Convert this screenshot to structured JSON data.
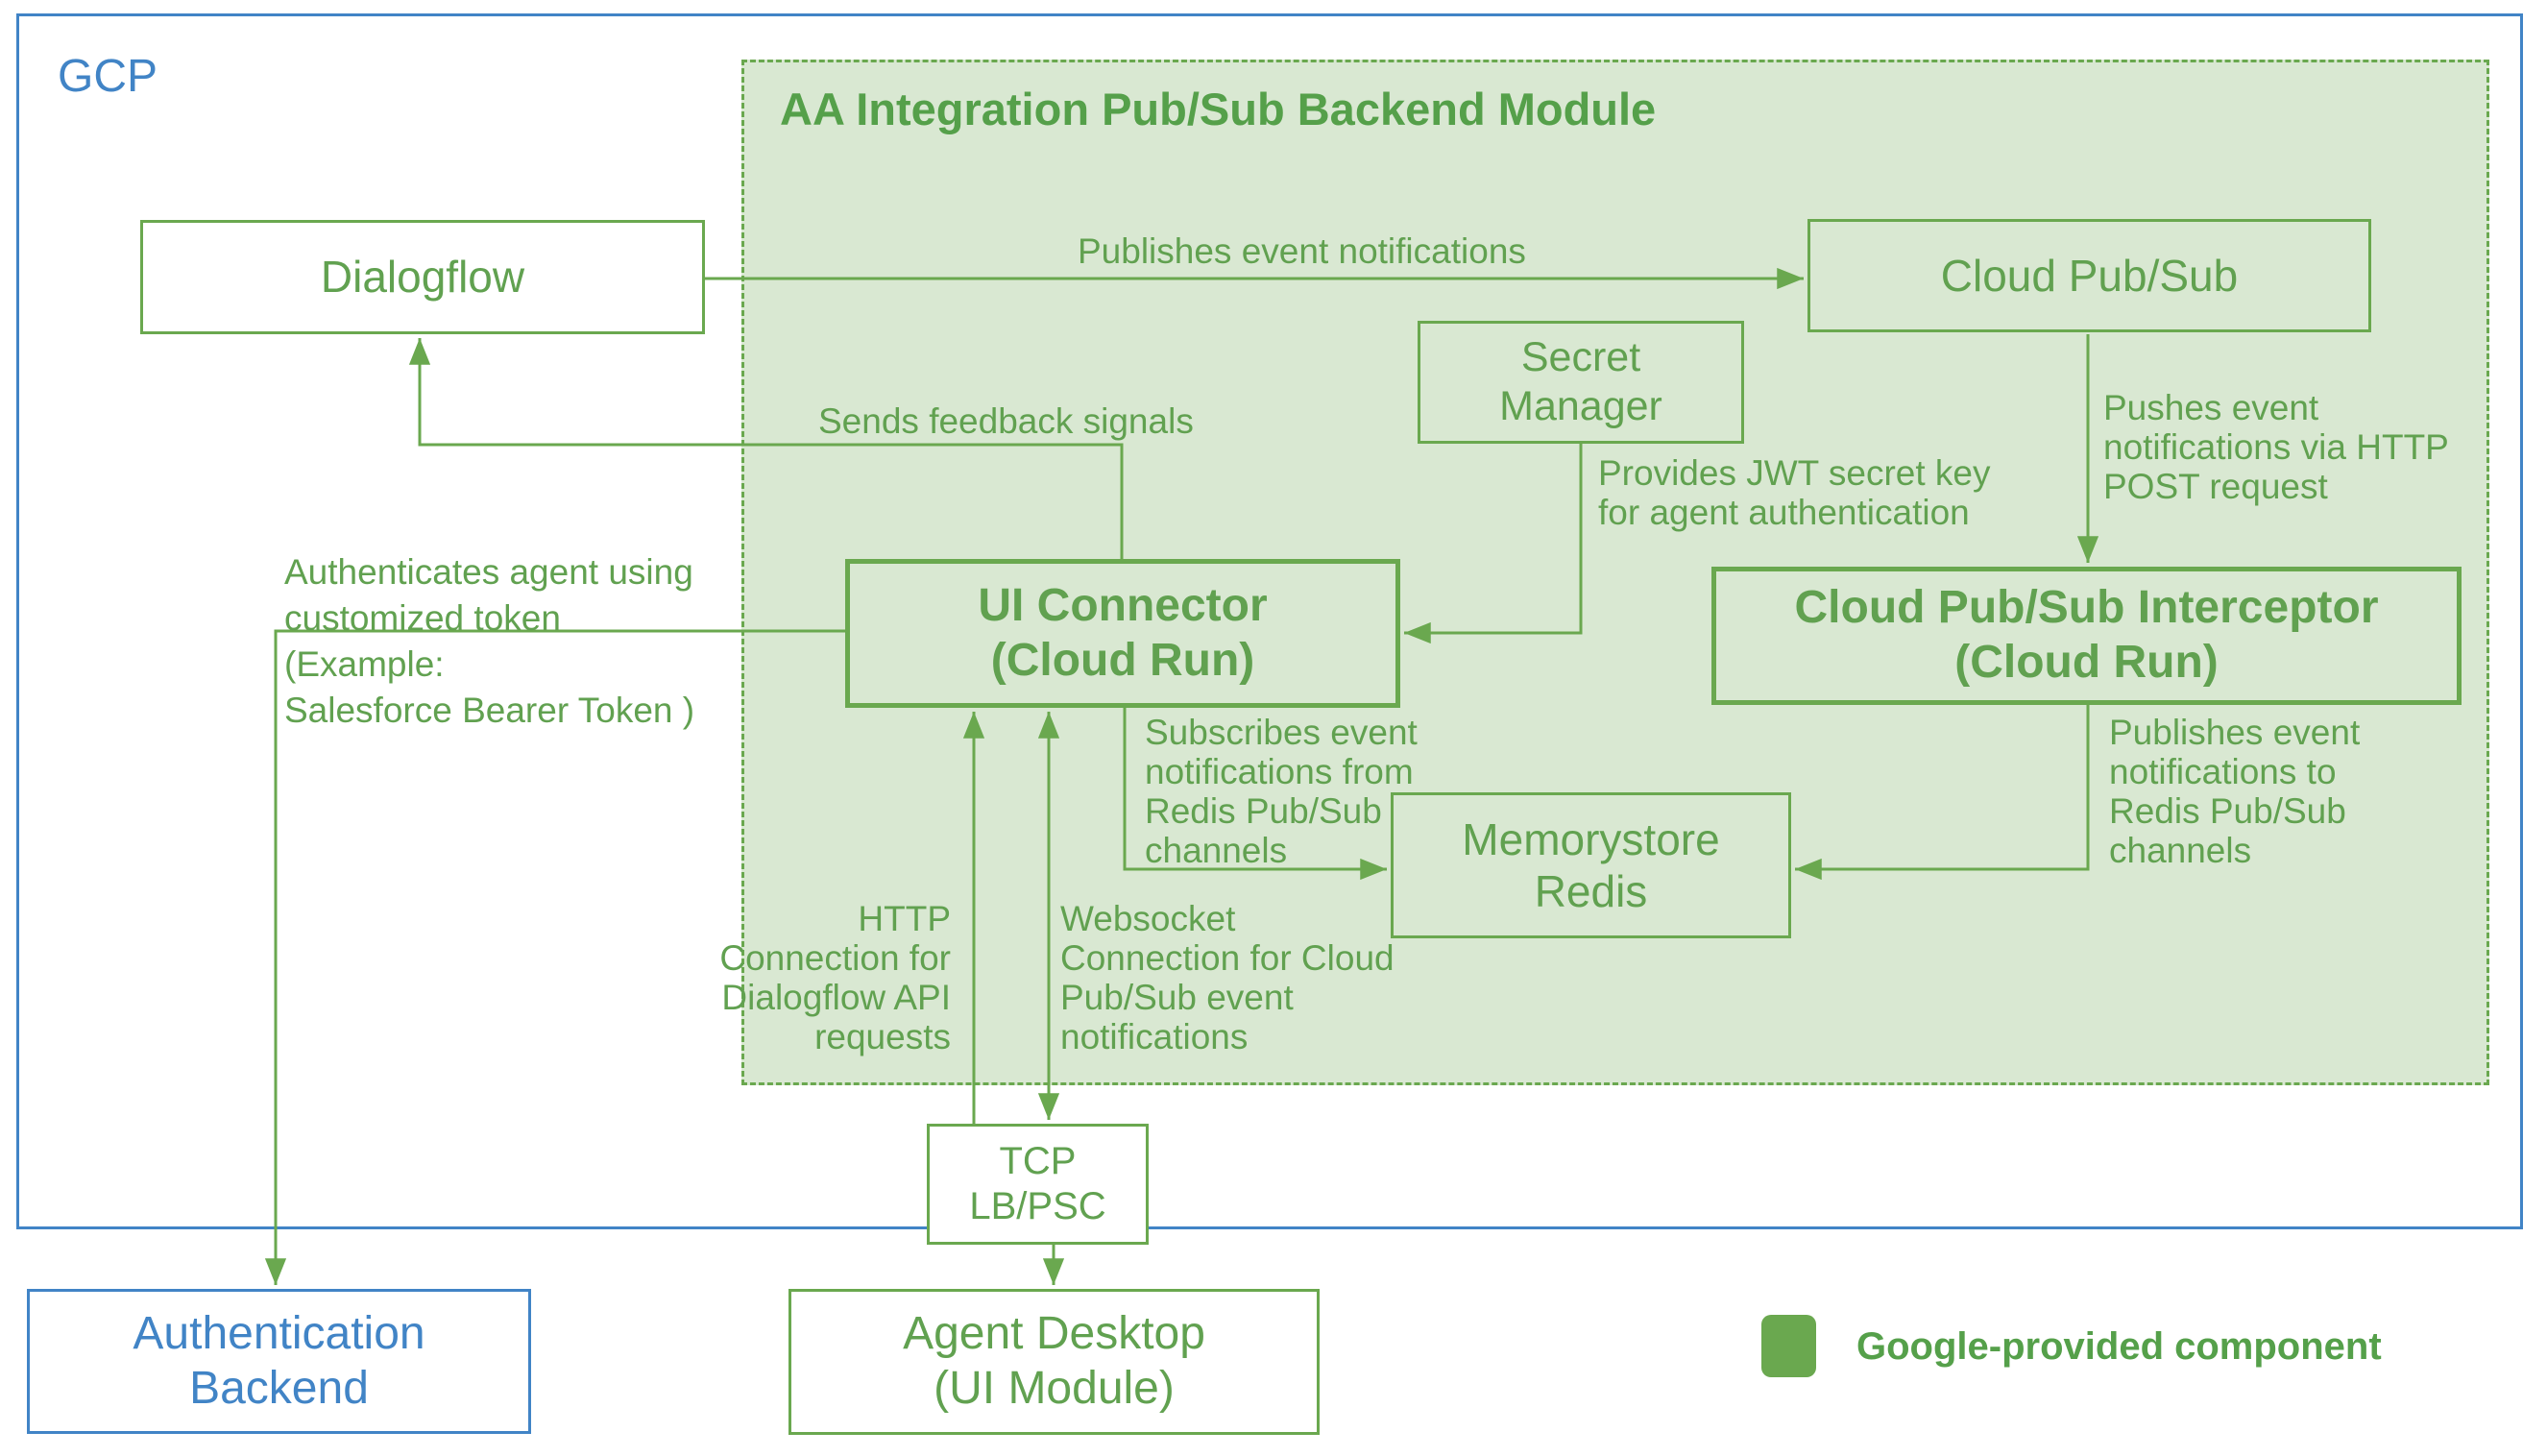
{
  "gcp": {
    "label": "GCP"
  },
  "module": {
    "title": "AA Integration Pub/Sub Backend Module"
  },
  "nodes": {
    "dialogflow": "Dialogflow",
    "cloud_pubsub": "Cloud Pub/Sub",
    "secret_manager": "Secret\nManager",
    "ui_connector": "UI Connector\n(Cloud Run)",
    "interceptor": "Cloud Pub/Sub Interceptor\n(Cloud Run)",
    "memorystore": "Memorystore\nRedis",
    "tcp_lb": "TCP\nLB/PSC",
    "agent_desktop": "Agent Desktop\n(UI Module)",
    "auth_backend": "Authentication\nBackend"
  },
  "edge_labels": {
    "publishes_events": "Publishes event notifications",
    "sends_feedback": "Sends feedback signals",
    "provides_jwt": "Provides JWT secret key\nfor agent authentication",
    "pushes_events": "Pushes event\nnotifications via HTTP\nPOST request",
    "authenticates": "Authenticates agent using\ncustomized token\n(Example:\nSalesforce Bearer Token )",
    "subscribes": "Subscribes event\nnotifications from\nRedis Pub/Sub\nchannels",
    "publishes_redis": "Publishes event\nnotifications to\nRedis Pub/Sub\nchannels",
    "http_connection": "HTTP\nConnection for\nDialogflow API\nrequests",
    "websocket_connection": "Websocket\nConnection for Cloud\nPub/Sub event\nnotifications"
  },
  "legend": {
    "google_provided": "Google-provided component"
  },
  "colors": {
    "green_line": "#6aa84f",
    "green_text": "#61a150",
    "green_title": "#55a04a",
    "green_fill": "#d9e8d2",
    "blue": "#4184c6",
    "background": "#ffffff"
  }
}
